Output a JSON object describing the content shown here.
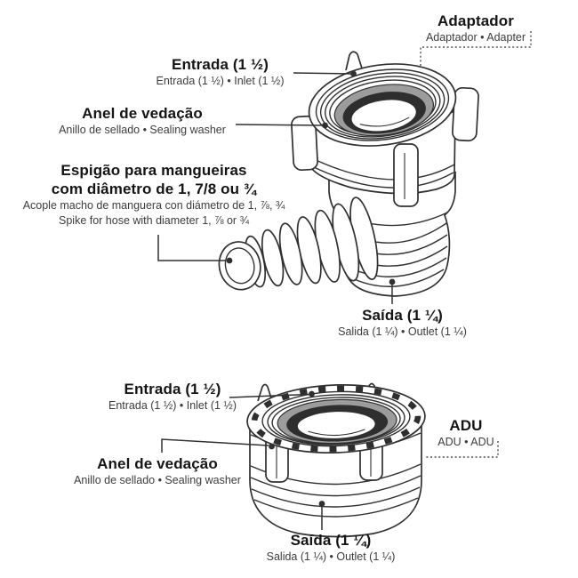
{
  "top": {
    "part_name": {
      "title": "Adaptador",
      "subtitle": "Adaptador • Adapter"
    },
    "labels": {
      "inlet": {
        "title": "Entrada (1 ½)",
        "subtitle": "Entrada (1 ½) • Inlet (1 ½)"
      },
      "washer": {
        "title": "Anel de vedação",
        "subtitle": "Anillo de sellado •  Sealing washer"
      },
      "spike": {
        "title_line1": "Espigão para mangueiras",
        "title_line2": "com diâmetro de 1, 7/8 ou ¾",
        "subtitle_line1": "Acople macho de manguera con diámetro de 1, ⅞, ¾",
        "subtitle_line2": "Spike for hose with diameter 1, ⅞ or ¾"
      },
      "outlet": {
        "title": "Saída (1 ¼)",
        "subtitle": "Salida (1 ¼) • Outlet (1 ¼)"
      }
    }
  },
  "bottom": {
    "part_name": {
      "title": "ADU",
      "subtitle": "ADU • ADU"
    },
    "labels": {
      "inlet": {
        "title": "Entrada (1 ½)",
        "subtitle": "Entrada (1 ½) • Inlet (1 ½)"
      },
      "washer": {
        "title": "Anel de vedação",
        "subtitle": "Anillo de sellado •  Sealing washer"
      },
      "outlet": {
        "title": "Saída (1 ¼)",
        "subtitle": "Salida (1 ¼) • Outlet (1 ¼)"
      }
    }
  },
  "colors": {
    "background": "#ffffff",
    "line": "#303030",
    "washer_gray": "#9c9c9c",
    "washer_dark": "#2e2e2e",
    "title_text": "#151515",
    "subtitle_text": "#3c3c3c"
  }
}
